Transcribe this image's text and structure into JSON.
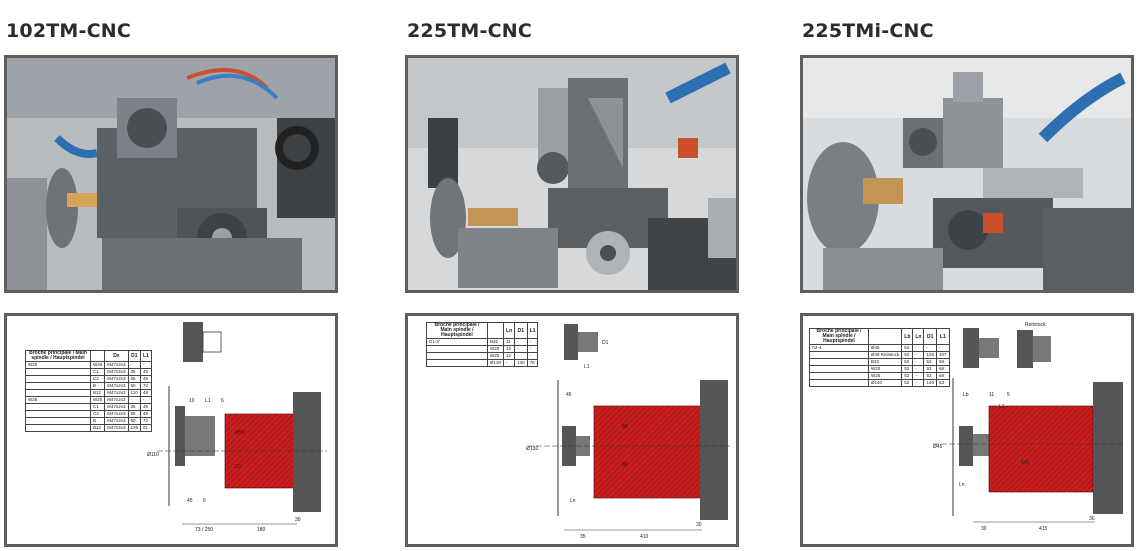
{
  "machines": [
    {
      "title": "102TM-CNC",
      "table": {
        "headers": [
          "Broche principale / Main spindle / Hauptspindel",
          "",
          "Dx",
          "D1",
          "L1"
        ],
        "rows": [
          [
            "W25",
            "W20",
            "M47x2x3",
            "-",
            "-"
          ],
          [
            "",
            "C1",
            "M47x2x3",
            "35",
            "45"
          ],
          [
            "",
            "C2",
            "M47x2x3",
            "55",
            "48"
          ],
          [
            "",
            "B",
            "M47x2x3",
            "50",
            "72"
          ],
          [
            "",
            "B12",
            "M47x2x3",
            "110",
            "48"
          ],
          [
            "W26",
            "W20",
            "M47x2x3",
            "-",
            "-"
          ],
          [
            "",
            "C1",
            "M47x2x3",
            "35",
            "45"
          ],
          [
            "",
            "C2",
            "M47x2x3",
            "55",
            "48"
          ],
          [
            "",
            "B",
            "M47x2x3",
            "50",
            "72"
          ],
          [
            "",
            "B12",
            "M47x2x3",
            "125",
            "61"
          ]
        ]
      },
      "dims": [
        "10",
        "L1",
        "6",
        "45",
        "6",
        "73 / 250",
        "180",
        "30",
        "Ø110",
        "Ø50",
        "D1"
      ]
    },
    {
      "title": "225TM-CNC",
      "table": {
        "headers": [
          "Broche principale / Main spindle / Hauptspindel",
          "",
          "Ln",
          "D1",
          "L1"
        ],
        "rows": [
          [
            "D1-3\"",
            "B32",
            "11",
            "-",
            "-"
          ],
          [
            "",
            "W20",
            "13",
            "-",
            "-"
          ],
          [
            "",
            "W25",
            "13",
            "-",
            "-"
          ],
          [
            "",
            "Ø130",
            "-",
            "130",
            "76"
          ]
        ]
      },
      "dims": [
        "45",
        "Ø130",
        "35",
        "410",
        "30",
        "L1",
        "D1",
        "Ln",
        "88",
        "88"
      ]
    },
    {
      "title": "225TMi-CNC",
      "table": {
        "headers": [
          "Broche principale / Main spindle / Hauptspindel",
          "",
          "Lb",
          "Ln",
          "D1",
          "L1"
        ],
        "rows": [
          [
            "A2-4",
            "Ø45",
            "52",
            "-",
            "-",
            "-"
          ],
          [
            "",
            "Ø45 Reitstock",
            "52",
            "-",
            "125",
            "107"
          ],
          [
            "",
            "B32",
            "52",
            "-",
            "53",
            "68"
          ],
          [
            "",
            "W20",
            "52",
            "-",
            "53",
            "68"
          ],
          [
            "",
            "W25",
            "52",
            "-",
            "53",
            "68"
          ],
          [
            "",
            "Ø140",
            "52",
            "-",
            "140",
            "53"
          ]
        ]
      },
      "dims": [
        "Lb",
        "11",
        "5",
        "L1",
        "Ln",
        "30",
        "415",
        "30",
        "Ø45",
        "100",
        "Reitstock"
      ]
    }
  ]
}
